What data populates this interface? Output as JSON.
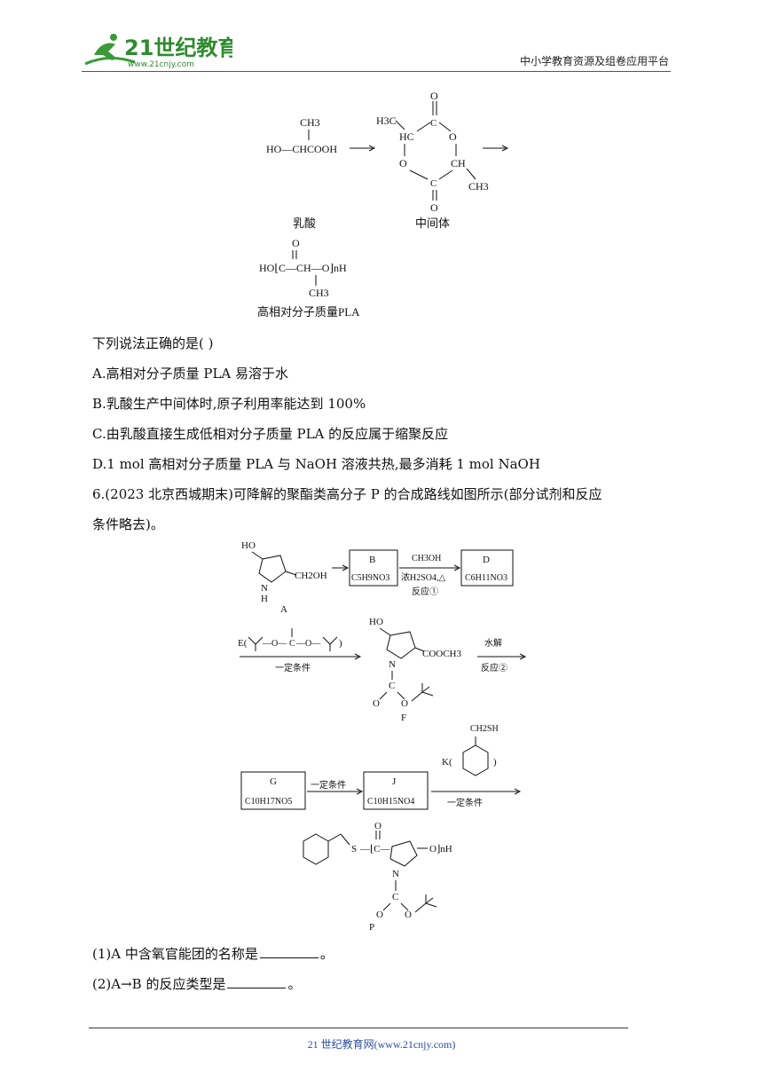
{
  "header": {
    "logo_text": "21世纪教育",
    "logo_url": "www.21cnjy.com",
    "platform": "中小学教育资源及组卷应用平台"
  },
  "fig1": {
    "lactic_ch3": "CH3",
    "lactic_formula": "HO—CHCOOH",
    "lactic_label": "乳酸",
    "mid_label": "中间体",
    "h3c": "H3C",
    "hc": "HC",
    "ch": "CH",
    "ch3": "CH3",
    "o": "O",
    "pla_formula": "HO⌊C—CH—O⌋nH",
    "pla_label": "高相对分子质量PLA"
  },
  "question5": {
    "stem": "下列说法正确的是(    )",
    "options": [
      "A.高相对分子质量 PLA 易溶于水",
      "B.乳酸生产中间体时,原子利用率能达到 100%",
      "C.由乳酸直接生成低相对分子质量 PLA 的反应属于缩聚反应",
      "D.1 mol  高相对分子质量 PLA 与 NaOH 溶液共热,最多消耗 1 mol NaOH"
    ]
  },
  "question6": {
    "stem_line1": "6.(2023 北京西城期末)可降解的聚酯类高分子 P 的合成路线如图所示(部分试剂和反应",
    "stem_line2": "条件略去)。",
    "sub1_prefix": "(1)A 中含氧官能团的名称是",
    "sub1_suffix": "。",
    "sub2_prefix": "(2)A→B 的反应类型是",
    "sub2_suffix": "。"
  },
  "fig2": {
    "a_ho": "HO",
    "a_ch2oh": "CH2OH",
    "a_nh": "N",
    "a_h": "H",
    "a_label": "A",
    "b_label": "B",
    "b_formula": "C5H9NO3",
    "reagent_top": "CH3OH",
    "reagent_bottom": "浓H2SO4,△",
    "reaction1": "反应①",
    "d_label": "D",
    "d_formula": "C6H11NO3",
    "e_label": "E(",
    "e_close": ")",
    "cond1": "一定条件",
    "f_ho": "HO",
    "f_cooch3": "COOCH3",
    "f_label": "F",
    "hydrolysis": "水解",
    "reaction2": "反应②",
    "k_ch2sh": "CH2SH",
    "k_label": "K(",
    "k_close": ")",
    "g_label": "G",
    "g_formula": "C10H17NO5",
    "cond2": "一定条件",
    "j_label": "J",
    "j_formula": "C10H15NO4",
    "cond3": "一定条件",
    "p_s": "S",
    "p_oh": "O⌋nH",
    "p_label": "P"
  },
  "footer": {
    "text": "21 世纪教育网(www.21cnjy.com)"
  }
}
